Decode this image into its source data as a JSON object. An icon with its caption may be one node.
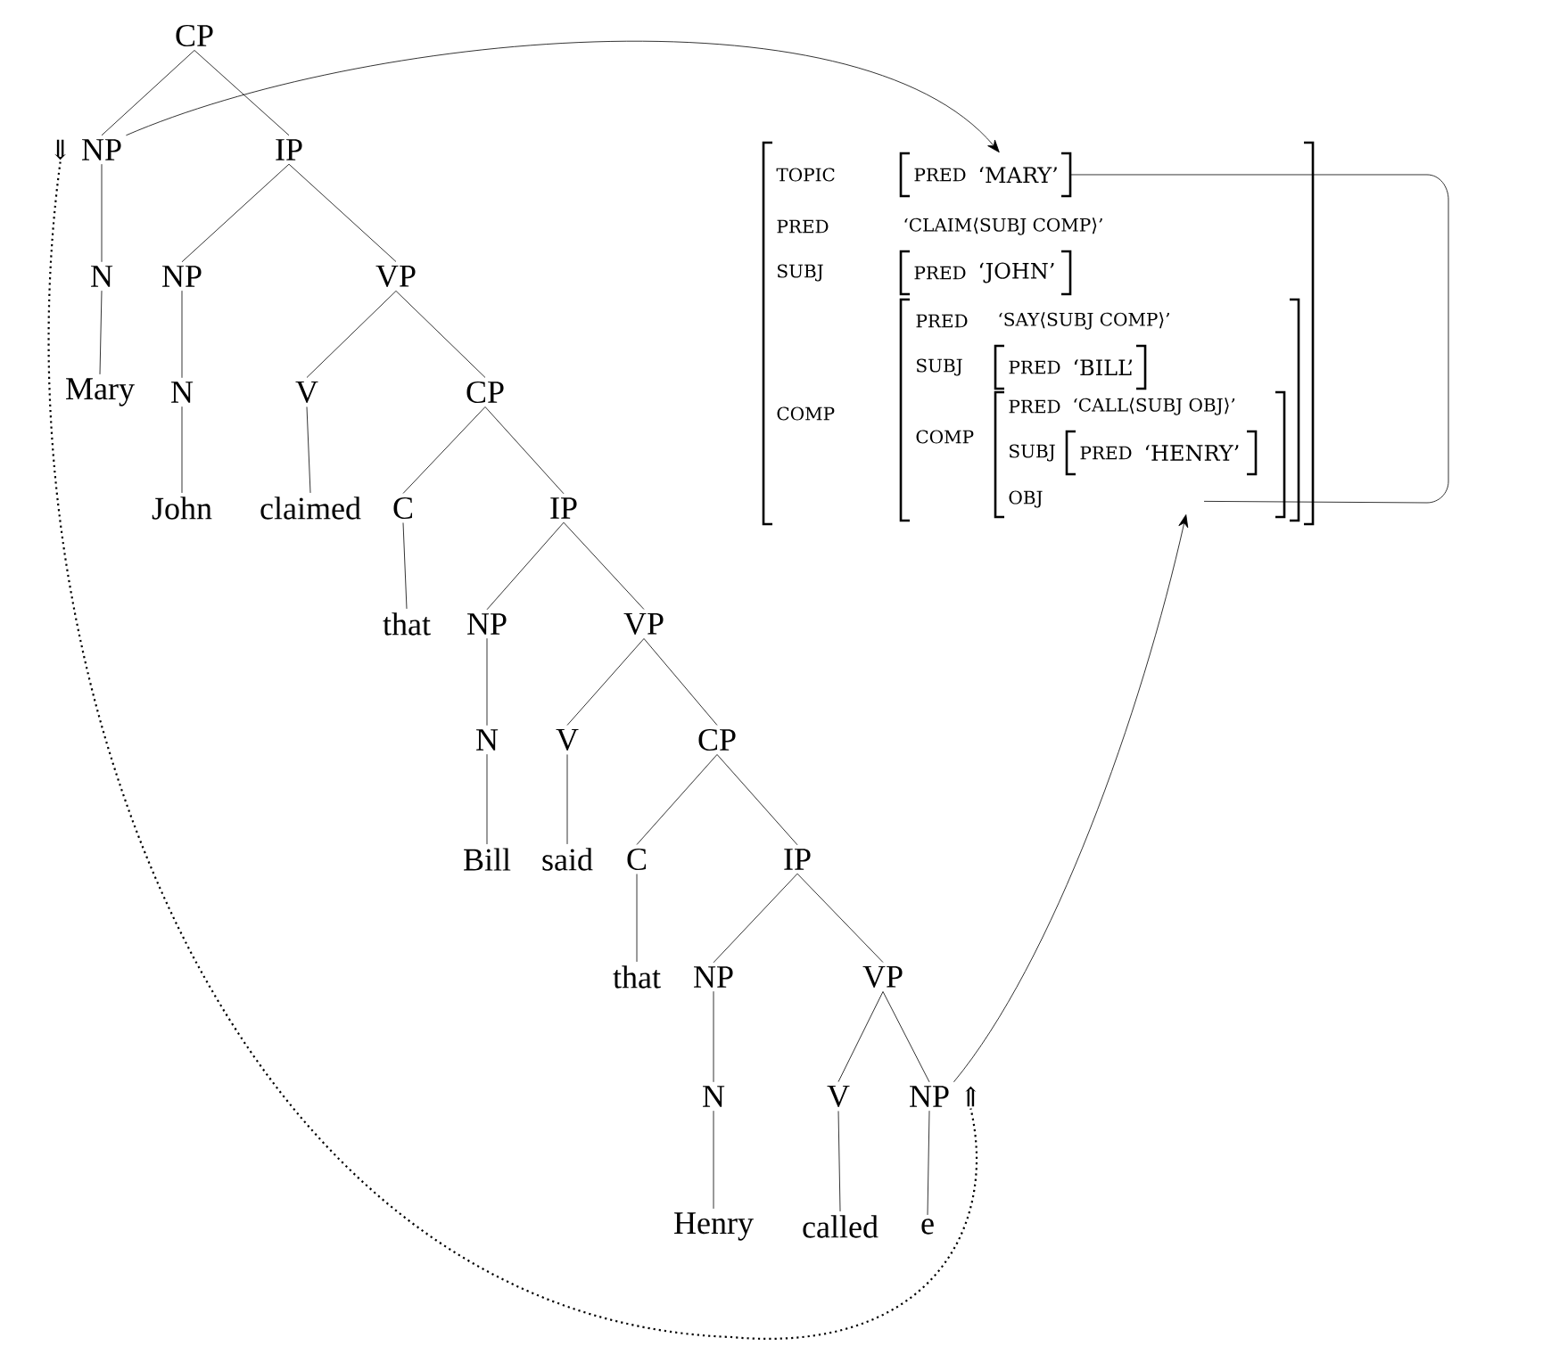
{
  "diagram": {
    "nodes": [
      {
        "text": [
          "CP"
        ]
      },
      {
        "text": [
          "NP"
        ],
        "beside": [
          "⇓"
        ]
      },
      {
        "text": [
          "IP"
        ]
      },
      {
        "text": [
          "N"
        ]
      },
      {
        "text": [
          "NP"
        ]
      },
      {
        "text": [
          "VP"
        ]
      },
      {
        "text": [
          "Mary"
        ]
      },
      {
        "text": [
          "N"
        ]
      },
      {
        "text": [
          "V"
        ]
      },
      {
        "text": [
          "CP"
        ]
      },
      {
        "text": [
          "John"
        ]
      },
      {
        "text": [
          "claimed"
        ]
      },
      {
        "text": [
          "C"
        ]
      },
      {
        "text": [
          "IP"
        ]
      },
      {
        "text": [
          "that"
        ]
      },
      {
        "text": [
          "NP"
        ]
      },
      {
        "text": [
          "VP"
        ]
      },
      {
        "text": [
          "N"
        ]
      },
      {
        "text": [
          "V"
        ]
      },
      {
        "text": [
          "CP"
        ]
      },
      {
        "text": [
          "Bill"
        ]
      },
      {
        "text": [
          "said"
        ]
      },
      {
        "text": [
          "C"
        ]
      },
      {
        "text": [
          "IP"
        ]
      },
      {
        "text": [
          "that"
        ]
      },
      {
        "text": [
          "NP"
        ]
      },
      {
        "text": [
          "VP"
        ]
      },
      {
        "text": [
          "N"
        ]
      },
      {
        "text": [
          "V"
        ]
      },
      {
        "text": [
          "NP"
        ],
        "beside": [
          "⇑"
        ]
      },
      {
        "text": [
          "Henry"
        ]
      },
      {
        "text": [
          "called"
        ]
      },
      {
        "text": [
          "e"
        ]
      },
      {
        "text": [
          "TOPIC",
          "PRED",
          "‘CLAIM⟨SUBJ COMP⟩’",
          "SUBJ",
          "COMP"
        ]
      },
      {
        "text": [
          "PRED",
          "‘MARY’"
        ],
        "in": 33
      },
      {
        "text": [
          "PRED",
          "‘JOHN’"
        ],
        "in": 33
      },
      {
        "text": [
          "PRED",
          "‘SAY⟨SUBJ COMP⟩’",
          "SUBJ",
          "COMP"
        ],
        "in": 33
      },
      {
        "text": [
          "PRED",
          "‘BILL’"
        ],
        "in": 36
      },
      {
        "text": [
          "PRED",
          "‘CALL⟨SUBJ OBJ⟩’",
          "SUBJ",
          "OBJ"
        ],
        "in": 36
      },
      {
        "text": [
          "PRED",
          "‘HENRY’"
        ],
        "in": 38
      }
    ],
    "edges": [
      {
        "from": 0,
        "to": 1,
        "arrow": "none"
      },
      {
        "from": 0,
        "to": 2,
        "arrow": "none"
      },
      {
        "from": 1,
        "to": 3,
        "arrow": "none"
      },
      {
        "from": 2,
        "to": 4,
        "arrow": "none"
      },
      {
        "from": 2,
        "to": 5,
        "arrow": "none"
      },
      {
        "from": 3,
        "to": 6,
        "arrow": "none"
      },
      {
        "from": 4,
        "to": 7,
        "arrow": "none"
      },
      {
        "from": 5,
        "to": 8,
        "arrow": "none"
      },
      {
        "from": 5,
        "to": 9,
        "arrow": "none"
      },
      {
        "from": 7,
        "to": 10,
        "arrow": "none"
      },
      {
        "from": 8,
        "to": 11,
        "arrow": "none"
      },
      {
        "from": 9,
        "to": 12,
        "arrow": "none"
      },
      {
        "from": 9,
        "to": 13,
        "arrow": "none"
      },
      {
        "from": 12,
        "to": 14,
        "arrow": "none"
      },
      {
        "from": 13,
        "to": 15,
        "arrow": "none"
      },
      {
        "from": 13,
        "to": 16,
        "arrow": "none"
      },
      {
        "from": 15,
        "to": 17,
        "arrow": "none"
      },
      {
        "from": 16,
        "to": 18,
        "arrow": "none"
      },
      {
        "from": 16,
        "to": 19,
        "arrow": "none"
      },
      {
        "from": 17,
        "to": 20,
        "arrow": "none"
      },
      {
        "from": 18,
        "to": 21,
        "arrow": "none"
      },
      {
        "from": 19,
        "to": 22,
        "arrow": "none"
      },
      {
        "from": 19,
        "to": 23,
        "arrow": "none"
      },
      {
        "from": 22,
        "to": 24,
        "arrow": "none"
      },
      {
        "from": 23,
        "to": 25,
        "arrow": "none"
      },
      {
        "from": 23,
        "to": 26,
        "arrow": "none"
      },
      {
        "from": 25,
        "to": 27,
        "arrow": "none"
      },
      {
        "from": 26,
        "to": 28,
        "arrow": "none"
      },
      {
        "from": 26,
        "to": 29,
        "arrow": "none"
      },
      {
        "from": 27,
        "to": 30,
        "arrow": "none"
      },
      {
        "from": 28,
        "to": 31,
        "arrow": "none"
      },
      {
        "from": 29,
        "to": 32,
        "arrow": "none"
      },
      {
        "from": 1,
        "to": 34,
        "arrow": "to"
      },
      {
        "from": 34,
        "to": 38,
        "arrow": "none"
      },
      {
        "from": 29,
        "to": 38,
        "arrow": "to"
      },
      {
        "from": 1,
        "to": 29,
        "arrow": "none",
        "style": "dashed"
      }
    ]
  }
}
